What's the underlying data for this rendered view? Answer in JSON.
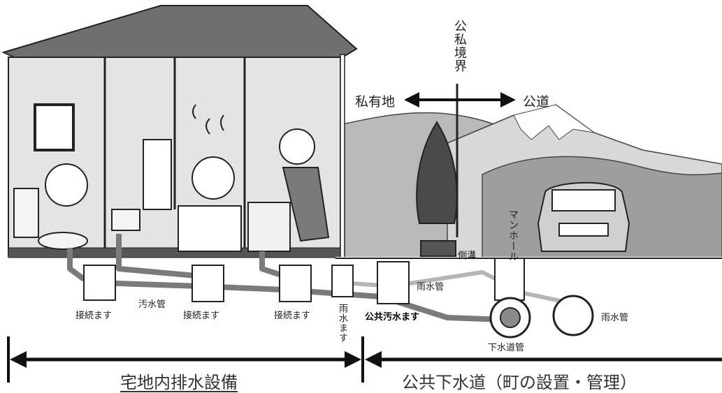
{
  "labels": {
    "boundary": "公私境界",
    "private_land": "私有地",
    "public_road": "公道",
    "manhole": "マンホール",
    "side_ditch": "側溝",
    "rain_pipe_1": "雨水管",
    "rain_pipe_2": "雨水管",
    "connection_box_1": "接続ます",
    "connection_box_2": "接続ます",
    "connection_box_3": "接続ます",
    "sewage_pipe": "汚水管",
    "rain_box": "雨水ます",
    "public_sewage_box": "公共汚水ます",
    "sewer_pipe": "下水道管",
    "private_facilities": "宅地内排水設備",
    "public_sewer": "公共下水道（町の設置・管理）"
  }
}
